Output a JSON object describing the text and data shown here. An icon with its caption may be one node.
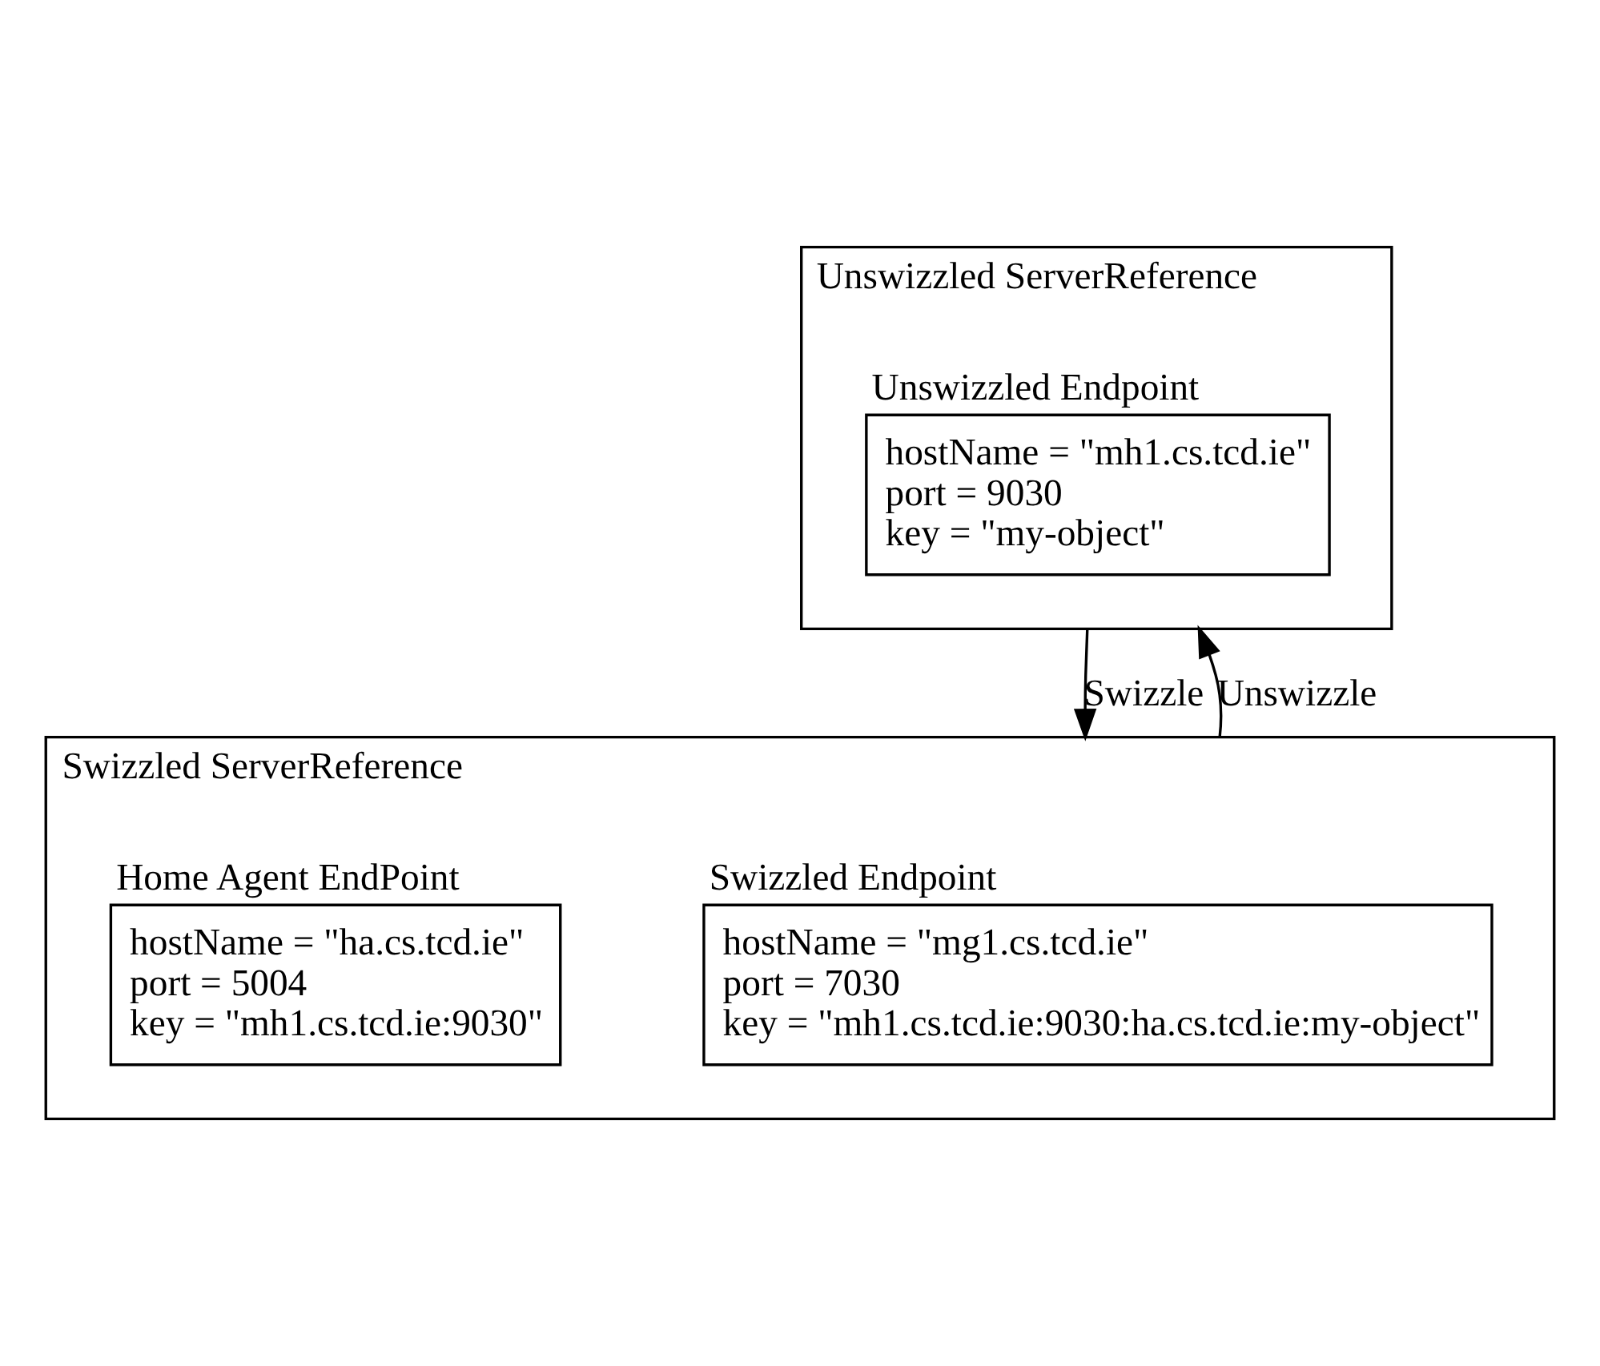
{
  "diagram": {
    "nodes": [
      {
        "text": [
          "Unswizzled ServerReference"
        ]
      },
      {
        "text": [
          "Unswizzled Endpoint",
          "hostName = \"mh1.cs.tcd.ie\"",
          "port = 9030",
          "key = \"my-object\""
        ],
        "in": 0
      },
      {
        "text": [
          "Swizzled ServerReference"
        ]
      },
      {
        "text": [
          "Swizzled Endpoint",
          "hostName = \"mg1.cs.tcd.ie\"",
          "port = 7030",
          "key = \"mh1.cs.tcd.ie:9030:ha.cs.tcd.ie:my-object\""
        ],
        "in": 2
      },
      {
        "text": [
          "Home Agent EndPoint",
          "hostName = \"ha.cs.tcd.ie\"",
          "port = 5004",
          "key = \"mh1.cs.tcd.ie:9030\""
        ],
        "in": 2
      }
    ],
    "edges": [
      {
        "from": 0,
        "to": 2,
        "arrow": "to",
        "label": "Swizzle"
      },
      {
        "from": 2,
        "to": 0,
        "arrow": "to",
        "label": "Unswizzle"
      }
    ]
  }
}
